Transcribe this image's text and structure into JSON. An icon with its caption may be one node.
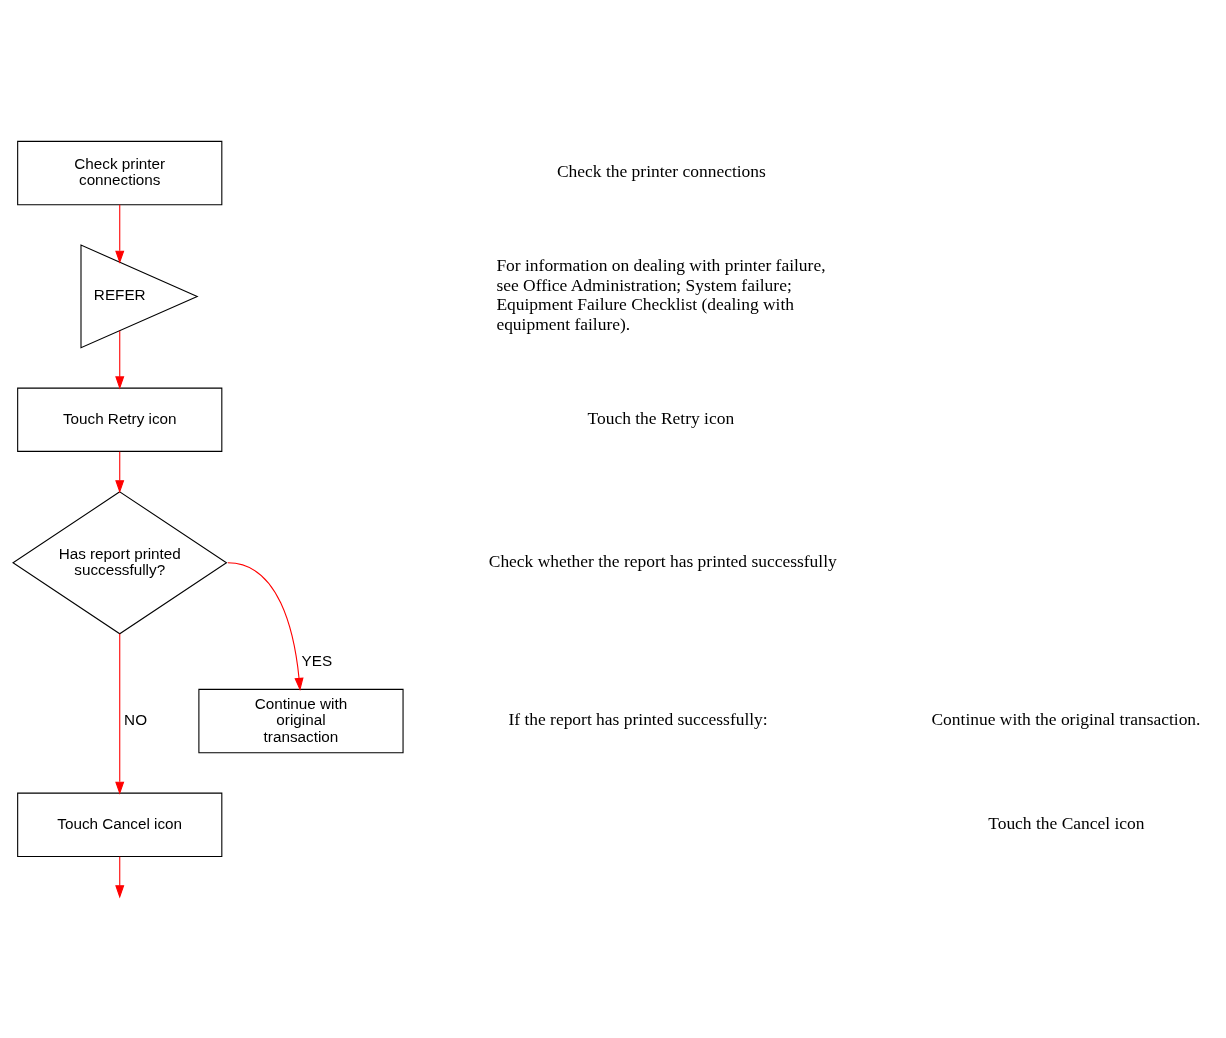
{
  "diagram": {
    "nodes": [
      {
        "text": [
          "Check printer connections"
        ]
      },
      {
        "text": [
          "REFER"
        ]
      },
      {
        "text": [
          "Touch Retry icon"
        ]
      },
      {
        "text": [
          "Has report printed successfully?"
        ]
      },
      {
        "text": [
          "Continue with original transaction"
        ]
      },
      {
        "text": [
          "Touch Cancel icon"
        ]
      }
    ],
    "edges": [
      {
        "from": 0,
        "to": 1,
        "arrow": "to"
      },
      {
        "from": 1,
        "to": 2,
        "arrow": "to"
      },
      {
        "from": 2,
        "to": 3,
        "arrow": "to"
      },
      {
        "from": 3,
        "to": 4,
        "arrow": "to",
        "label": "YES"
      },
      {
        "from": 3,
        "to": 5,
        "arrow": "to",
        "label": "NO"
      },
      {
        "from": 5,
        "to": null,
        "arrow": "to"
      }
    ],
    "labels": [
      "Check the printer connections",
      "For information on dealing with printer failure, see Office Administration; System failure; Equipment Failure Checklist (dealing with equipment failure).",
      "Touch the Retry icon",
      "Check whether the report has printed successfully",
      "If the report has printed successfully:",
      "Continue with the original transaction.",
      "Touch the Cancel icon"
    ]
  }
}
